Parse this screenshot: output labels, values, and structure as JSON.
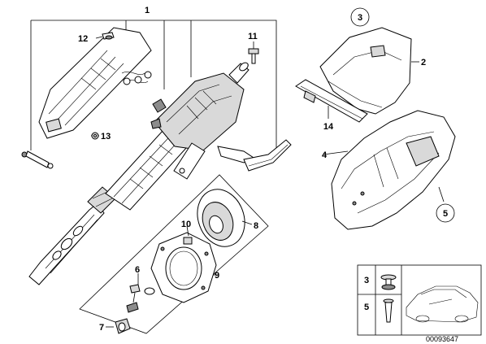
{
  "diagram": {
    "callouts": [
      {
        "id": "1",
        "text": "1"
      },
      {
        "id": "2",
        "text": "2"
      },
      {
        "id": "3",
        "text": "3"
      },
      {
        "id": "4",
        "text": "4"
      },
      {
        "id": "5",
        "text": "5"
      },
      {
        "id": "6",
        "text": "6"
      },
      {
        "id": "7",
        "text": "7"
      },
      {
        "id": "8",
        "text": "8"
      },
      {
        "id": "9",
        "text": "9"
      },
      {
        "id": "10",
        "text": "10"
      },
      {
        "id": "11",
        "text": "11"
      },
      {
        "id": "12",
        "text": "12"
      },
      {
        "id": "13",
        "text": "13"
      },
      {
        "id": "14",
        "text": "14"
      }
    ],
    "inset": {
      "items": [
        {
          "id": "3",
          "text": "3"
        },
        {
          "id": "5",
          "text": "5"
        }
      ],
      "reference_number": "00093647"
    }
  }
}
